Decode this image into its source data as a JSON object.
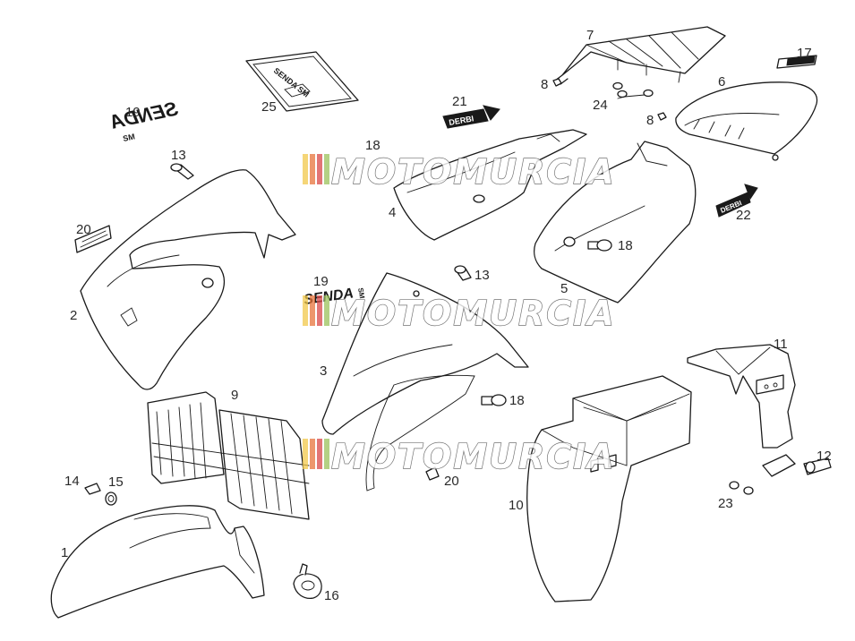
{
  "callouts": {
    "c1": "1",
    "c2": "2",
    "c3": "3",
    "c4": "4",
    "c5": "5",
    "c6": "6",
    "c7": "7",
    "c8a": "8",
    "c8b": "8",
    "c9": "9",
    "c10": "10",
    "c11": "11",
    "c12": "12",
    "c13a": "13",
    "c13b": "13",
    "c14": "14",
    "c15": "15",
    "c16": "16",
    "c17": "17",
    "c18a": "18",
    "c18b": "18",
    "c18c": "18",
    "c19a": "19",
    "c19b": "19",
    "c20a": "20",
    "c20b": "20",
    "c21": "21",
    "c22": "22",
    "c23": "23",
    "c24": "24",
    "c25": "25"
  },
  "decals": {
    "senda_text": "SENDA",
    "sm_text": "SM",
    "derbi_text": "DERBI",
    "d_small": "DERBI",
    "sheet_text": "SENDA SM"
  },
  "watermark": {
    "text": "MOTOMURCIA",
    "bar_colors": [
      "#f2c94c",
      "#e8743b",
      "#d94848",
      "#9bc25b",
      "#4a90d9"
    ]
  }
}
